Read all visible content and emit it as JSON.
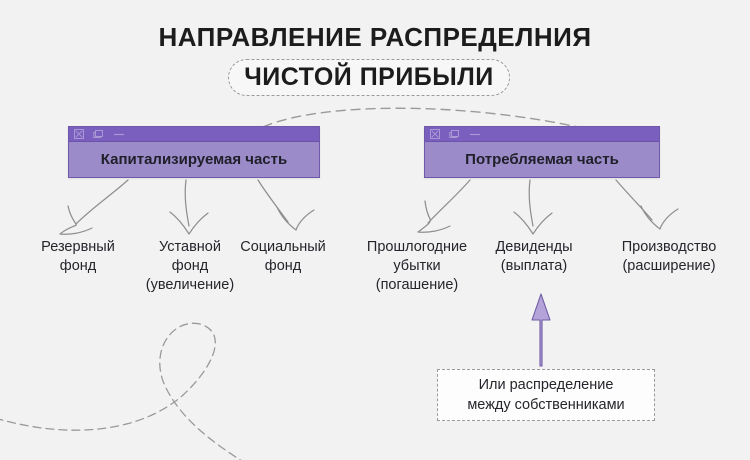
{
  "page": {
    "background_color": "#f2f2f2",
    "accent_purple": "#7a5fbe",
    "accent_purple_light": "#9b8bc9",
    "arrow_gray": "#9a9a9a"
  },
  "title": {
    "line1": "НАПРАВЛЕНИЕ РАСПРЕДЕЛНИЯ",
    "line2": "ЧИСТОЙ ПРИБЫЛИ"
  },
  "boxes": [
    {
      "id": "capitalized",
      "label": "Капитализируемая часть",
      "titlebar_icons": [
        "close-icon",
        "window-icon",
        "minimize-icon"
      ]
    },
    {
      "id": "consumed",
      "label": "Потребляемая часть",
      "titlebar_icons": [
        "close-icon",
        "window-icon",
        "minimize-icon"
      ]
    }
  ],
  "leaves": [
    {
      "line1": "Резервный",
      "line2": "фонд",
      "line3": ""
    },
    {
      "line1": "Уставной",
      "line2": "фонд",
      "line3": "(увеличение)"
    },
    {
      "line1": "Социальный",
      "line2": "фонд",
      "line3": ""
    },
    {
      "line1": "Прошлогодние",
      "line2": "убытки",
      "line3": "(погашение)"
    },
    {
      "line1": "Девиденды",
      "line2": "(выплата)",
      "line3": ""
    },
    {
      "line1": "Производство",
      "line2": "(расширение)",
      "line3": ""
    }
  ],
  "note": {
    "line1": "Или распределение",
    "line2": "между собственниками"
  }
}
